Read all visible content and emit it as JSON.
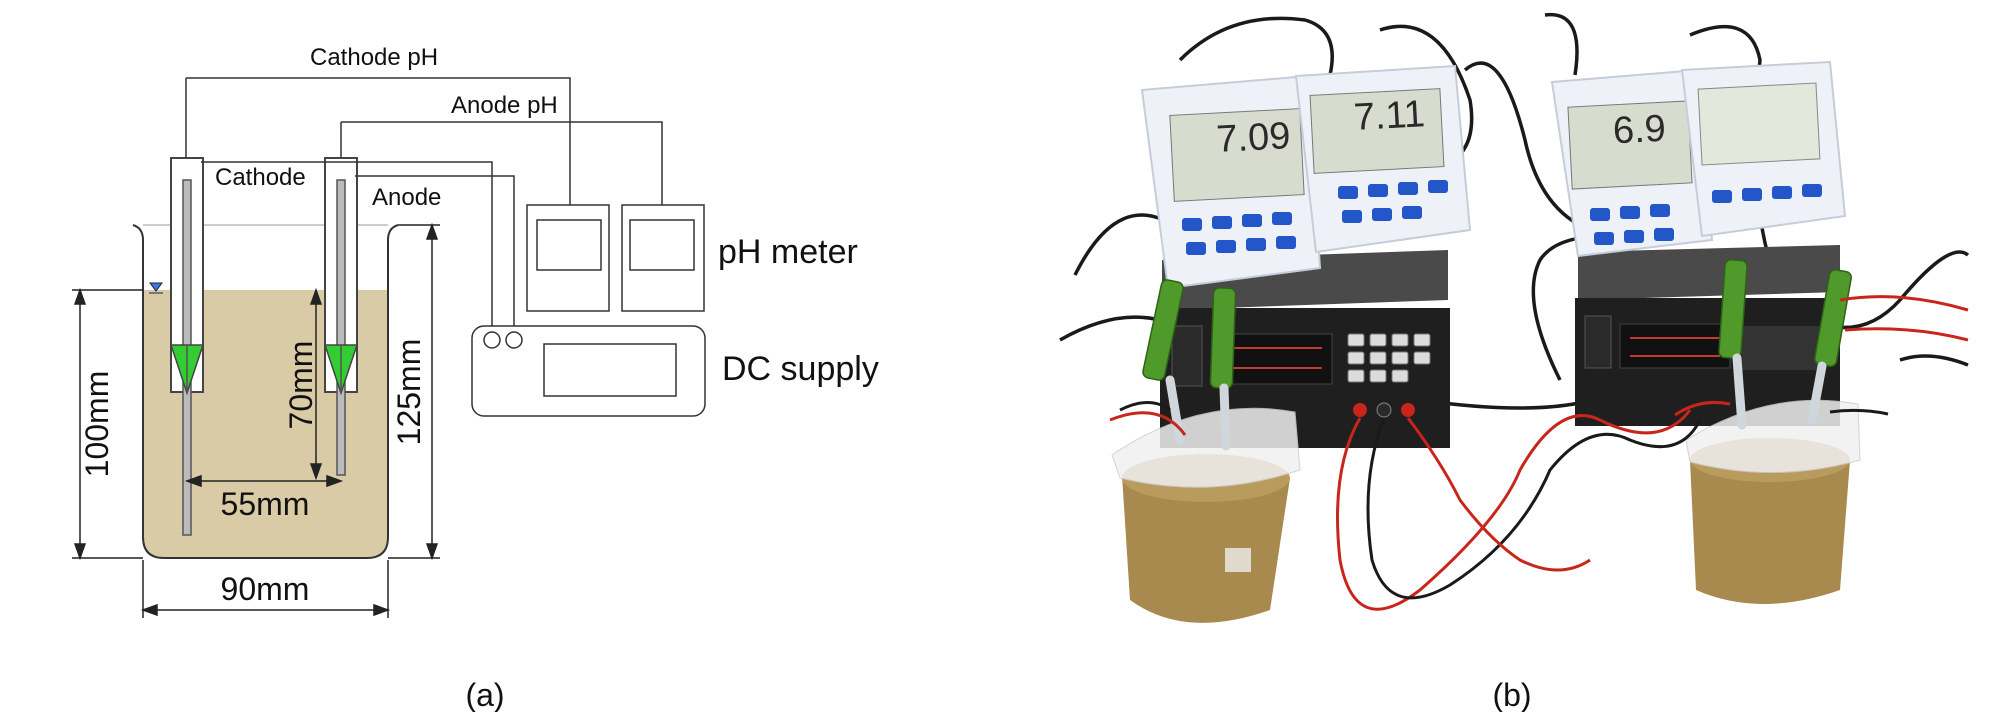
{
  "panel_a": {
    "caption": "(a)",
    "labels": {
      "cathode_ph": "Cathode pH",
      "anode_ph": "Anode pH",
      "cathode": "Cathode",
      "anode": "Anode",
      "ph_meter": "pH meter",
      "dc_supply": "DC supply"
    },
    "dimensions": {
      "soil_depth": "100mm",
      "electrode_depth": "70mm",
      "beaker_height": "125mm",
      "electrode_spacing": "55mm",
      "beaker_width": "90mm"
    },
    "colors": {
      "soil": "#d9cba6",
      "electrode_tip": "#33cc33",
      "water_marker": "#3a7bd5"
    }
  },
  "panel_b": {
    "caption": "(b)",
    "meter_readings": [
      "7.09",
      "7.11",
      "6.9"
    ],
    "colors": {
      "meter_body": "#eef2f8",
      "meter_button": "#2356c9",
      "probe": "#4f9a2a",
      "soil": "#a8894e",
      "wire_red": "#c8261c",
      "wire_black": "#1a1a1a"
    }
  }
}
